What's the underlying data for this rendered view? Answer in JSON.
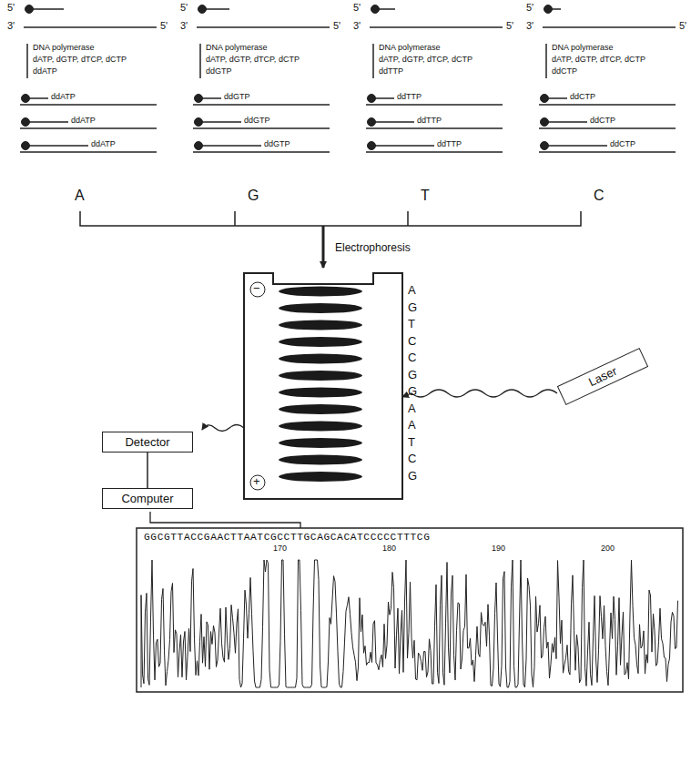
{
  "diagram": {
    "nodes": [
      {
        "text": [
          "Laser"
        ]
      },
      {
        "text": [
          "Detector"
        ]
      },
      {
        "text": [
          "Computer"
        ]
      }
    ],
    "edges": [
      {
        "from": 1,
        "to": 2,
        "arrow": "none"
      }
    ],
    "labels": [
      "5'",
      "3'",
      "5'",
      "5'",
      "3'",
      "5'",
      "5'",
      "3'",
      "5'",
      "5'",
      "3'",
      "5'",
      "DNA polymerase",
      "dATP, dGTP, dTCP, dCTP",
      "ddATP",
      "DNA polymerase",
      "dATP, dGTP, dTCP, dCTP",
      "ddGTP",
      "DNA polymerase",
      "dATP, dGTP, dTCP, dCTP",
      "ddTTP",
      "DNA polymerase",
      "dATP, dGTP, dTCP, dCTP",
      "ddCTP",
      "ddATP",
      "ddATP",
      "ddATP",
      "ddGTP",
      "ddGTP",
      "ddGTP",
      "ddTTP",
      "ddTTP",
      "ddTTP",
      "ddCTP",
      "ddCTP",
      "ddCTP",
      "A",
      "G",
      "T",
      "C",
      "Electrophoresis",
      "−",
      "+",
      "A",
      "G",
      "T",
      "C",
      "C",
      "G",
      "G",
      "A",
      "A",
      "T",
      "C",
      "G",
      "GGCGTTACCGAACTTAATCGCCTTGCAGCACATCCCCCTTTCG",
      "170",
      "180",
      "190",
      "200"
    ]
  }
}
